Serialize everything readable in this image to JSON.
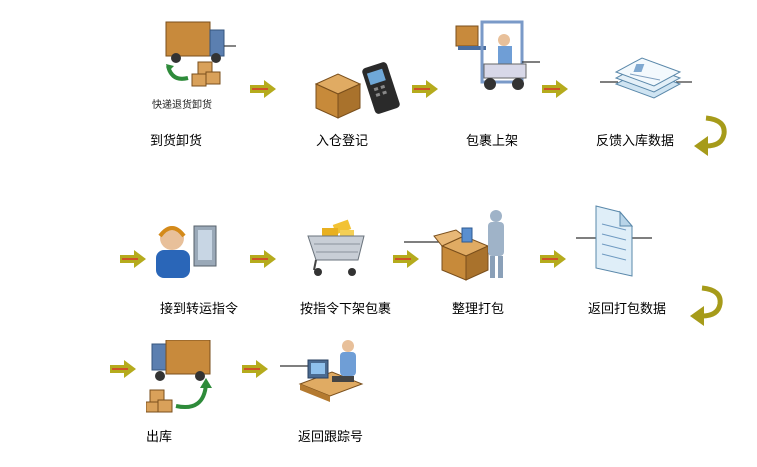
{
  "steps": [
    {
      "label": "到货卸货",
      "caption": "快递退货卸货",
      "icon": "delivery-truck-icon"
    },
    {
      "label": "入仓登记",
      "icon": "box-scanner-icon"
    },
    {
      "label": "包裹上架",
      "icon": "forklift-icon"
    },
    {
      "label": "反馈入库数据",
      "icon": "data-cards-icon"
    },
    {
      "label": "接到转运指令",
      "icon": "operator-headset-icon"
    },
    {
      "label": "按指令下架包裹",
      "icon": "shopping-cart-icon"
    },
    {
      "label": "整理打包",
      "icon": "packing-worker-icon"
    },
    {
      "label": "返回打包数据",
      "icon": "document-icon"
    },
    {
      "label": "出库",
      "icon": "outbound-truck-icon"
    },
    {
      "label": "返回跟踪号",
      "icon": "computer-worker-icon"
    }
  ],
  "colors": {
    "arrow_fill": "#b5ab1d",
    "arrow_line": "#d8342a",
    "uturn": "#a69b1a"
  }
}
